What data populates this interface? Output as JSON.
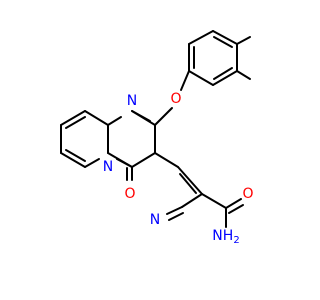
{
  "structure": {
    "atoms": {
      "N1": {
        "label": "N",
        "color": "#0000ff"
      },
      "N2": {
        "label": "N",
        "color": "#0000ff"
      },
      "O1": {
        "label": "O",
        "color": "#ff0000"
      },
      "O2": {
        "label": "O",
        "color": "#ff0000"
      },
      "O3": {
        "label": "O",
        "color": "#ff0000"
      },
      "N3": {
        "label": "N",
        "color": "#0000ff"
      },
      "NH2": {
        "label": "H",
        "sub": "2",
        "prefix": "N",
        "color": "#0000ff"
      }
    },
    "colors": {
      "bond": "#000000",
      "nitrogen": "#0000ff",
      "oxygen": "#ff0000",
      "background": "#ffffff"
    }
  }
}
